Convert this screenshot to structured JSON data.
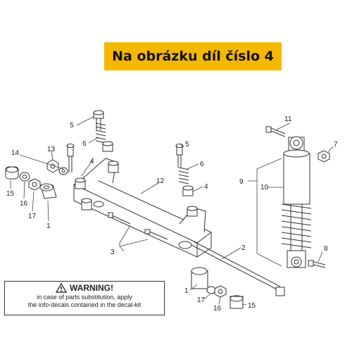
{
  "banner": {
    "text": "Na obrázku díl číslo 4",
    "color": "#f5b800"
  },
  "warning": {
    "icon": "warning-triangle-icon",
    "title": "WARNING!",
    "line1": "in case of parts substitution, apply",
    "line2": "the info-decals contained in the decal-kit"
  },
  "callouts": [
    {
      "id": "c5a",
      "label": "5"
    },
    {
      "id": "c6a",
      "label": "6"
    },
    {
      "id": "c4a",
      "label": "4"
    },
    {
      "id": "c13",
      "label": "13"
    },
    {
      "id": "c14",
      "label": "14"
    },
    {
      "id": "c15a",
      "label": "15"
    },
    {
      "id": "c16a",
      "label": "16"
    },
    {
      "id": "c17a",
      "label": "17"
    },
    {
      "id": "c1a",
      "label": "1"
    },
    {
      "id": "c12",
      "label": "12"
    },
    {
      "id": "c5b",
      "label": "5"
    },
    {
      "id": "c6b",
      "label": "6"
    },
    {
      "id": "c4b",
      "label": "4"
    },
    {
      "id": "c3",
      "label": "3"
    },
    {
      "id": "c2",
      "label": "2"
    },
    {
      "id": "c1b",
      "label": "1"
    },
    {
      "id": "c17b",
      "label": "17"
    },
    {
      "id": "c16b",
      "label": "16"
    },
    {
      "id": "c15b",
      "label": "15"
    },
    {
      "id": "c11",
      "label": "11"
    },
    {
      "id": "c7",
      "label": "7"
    },
    {
      "id": "c9",
      "label": "9"
    },
    {
      "id": "c10",
      "label": "10"
    },
    {
      "id": "c8",
      "label": "8"
    }
  ]
}
